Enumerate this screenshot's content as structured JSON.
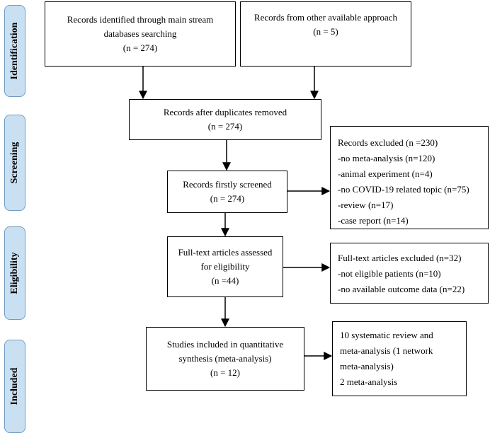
{
  "stages": {
    "identification": "Identification",
    "screening": "Screening",
    "eligibility": "Eligibility",
    "included": "Included"
  },
  "boxes": {
    "records_identified": {
      "line1": "Records identified through main stream",
      "line2": "databases searching",
      "line3": "(n = 274)"
    },
    "records_other": {
      "line1": "Records from other available approach",
      "line2": "(n = 5)"
    },
    "after_duplicates": {
      "line1": "Records after duplicates removed",
      "line2": "(n = 274)"
    },
    "firstly_screened": {
      "line1": "Records firstly screened",
      "line2": "(n = 274)"
    },
    "records_excluded": {
      "line1": "Records excluded (n =230)",
      "line2": "-no meta-analysis (n=120)",
      "line3": "-animal experiment (n=4)",
      "line4": "-no COVID-19 related topic (n=75)",
      "line5": "-review (n=17)",
      "line6": "-case report (n=14)"
    },
    "fulltext_assessed": {
      "line1": "Full-text articles assessed",
      "line2": "for eligibility",
      "line3": "(n =44)"
    },
    "fulltext_excluded": {
      "line1": "Full-text articles excluded (n=32)",
      "line2": "-not eligible patients (n=10)",
      "line3": "-no available outcome data (n=22)"
    },
    "studies_included": {
      "line1": "Studies included in quantitative",
      "line2": "synthesis (meta-analysis)",
      "line3": "(n = 12)"
    },
    "included_breakdown": {
      "line1": "10 systematic review and",
      "line2": "meta-analysis (1 network",
      "line3": "meta-analysis)",
      "line4": "2 meta-analysis"
    }
  }
}
